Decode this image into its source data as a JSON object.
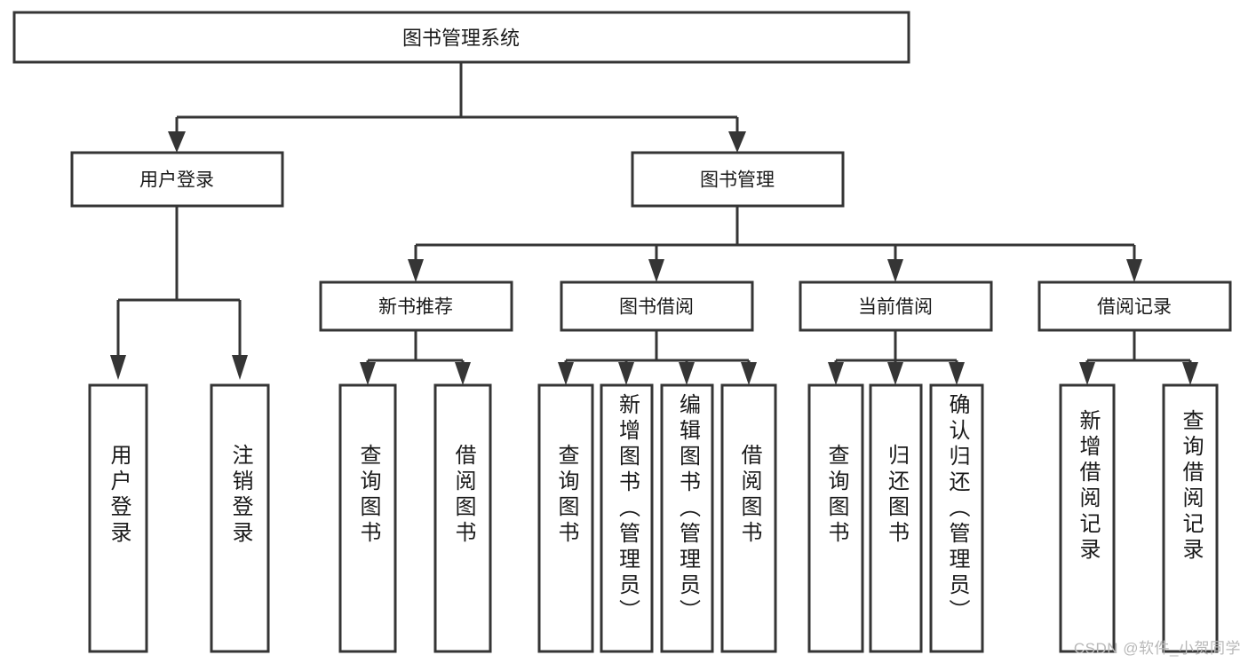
{
  "diagram": {
    "type": "tree",
    "title": "图书管理系统",
    "watermark": "CSDN @软件_小贺同学",
    "colors": {
      "stroke": "#353535",
      "fill": "#ffffff",
      "text": "#1a1a1a",
      "watermark": "#b8b8b8"
    },
    "levels": {
      "level1": [
        {
          "id": "root",
          "label": "图书管理系统",
          "orientation": "horizontal"
        }
      ],
      "level2": [
        {
          "id": "user-login",
          "label": "用户登录",
          "orientation": "horizontal"
        },
        {
          "id": "book-manage",
          "label": "图书管理",
          "orientation": "horizontal"
        }
      ],
      "level3": [
        {
          "id": "new-book-rec",
          "label": "新书推荐",
          "orientation": "horizontal"
        },
        {
          "id": "book-borrow",
          "label": "图书借阅",
          "orientation": "horizontal"
        },
        {
          "id": "current-borrow",
          "label": "当前借阅",
          "orientation": "horizontal"
        },
        {
          "id": "borrow-record",
          "label": "借阅记录",
          "orientation": "horizontal"
        }
      ],
      "level4": [
        {
          "id": "leaf-user-login",
          "label": "用户登录",
          "orientation": "vertical",
          "parent": "user-login"
        },
        {
          "id": "leaf-logout-login",
          "label": "注销登录",
          "orientation": "vertical",
          "parent": "user-login"
        },
        {
          "id": "leaf-query-book-1",
          "label": "查询图书",
          "orientation": "vertical",
          "parent": "new-book-rec"
        },
        {
          "id": "leaf-borrow-book-1",
          "label": "借阅图书",
          "orientation": "vertical",
          "parent": "new-book-rec"
        },
        {
          "id": "leaf-query-book-2",
          "label": "查询图书",
          "orientation": "vertical",
          "parent": "book-borrow"
        },
        {
          "id": "leaf-add-book",
          "label": "新增图书（管理员）",
          "orientation": "vertical",
          "parent": "book-borrow"
        },
        {
          "id": "leaf-edit-book",
          "label": "编辑图书（管理员）",
          "orientation": "vertical",
          "parent": "book-borrow"
        },
        {
          "id": "leaf-borrow-book-2",
          "label": "借阅图书",
          "orientation": "vertical",
          "parent": "book-borrow"
        },
        {
          "id": "leaf-query-book-3",
          "label": "查询图书",
          "orientation": "vertical",
          "parent": "current-borrow"
        },
        {
          "id": "leaf-return-book",
          "label": "归还图书",
          "orientation": "vertical",
          "parent": "current-borrow"
        },
        {
          "id": "leaf-confirm-return",
          "label": "确认归还（管理员）",
          "orientation": "vertical",
          "parent": "current-borrow"
        },
        {
          "id": "leaf-add-record",
          "label": "新增借阅记录",
          "orientation": "vertical",
          "parent": "borrow-record"
        },
        {
          "id": "leaf-query-record",
          "label": "查询借阅记录",
          "orientation": "vertical",
          "parent": "borrow-record"
        }
      ]
    }
  }
}
